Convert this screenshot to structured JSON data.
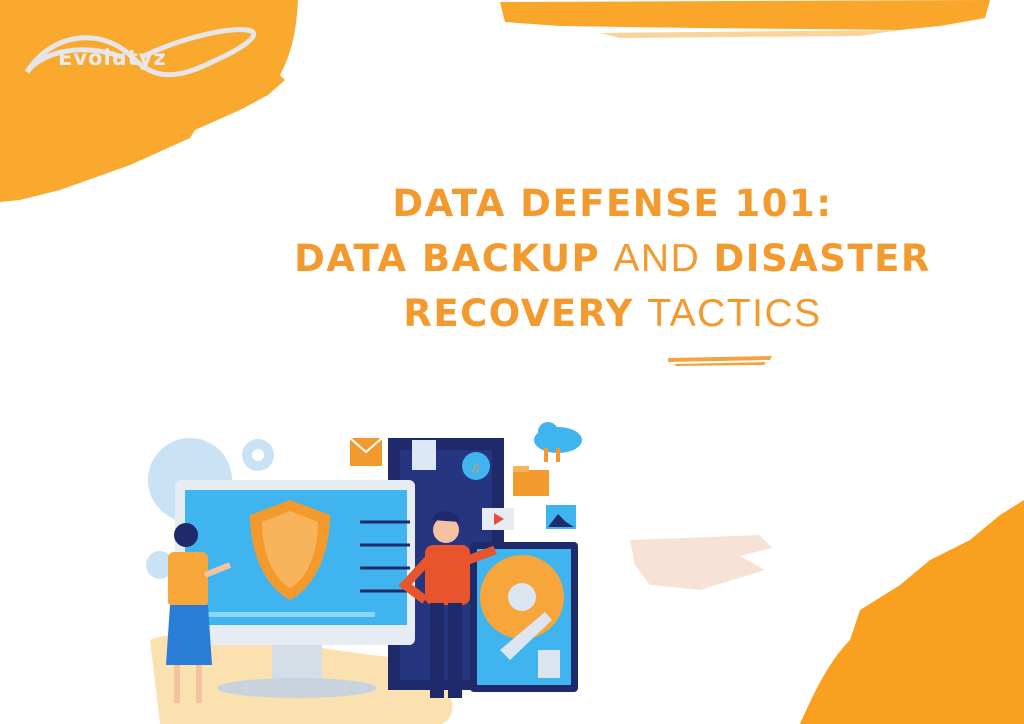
{
  "brand": {
    "logo_text": "Evolutyz"
  },
  "title": {
    "line1": "DATA DEFENSE 101:",
    "line2_bold_a": "DATA BACKUP",
    "line2_light": "AND",
    "line2_bold_b": "DISASTER",
    "line3_bold": "RECOVERY",
    "line3_light": "TACTICS"
  },
  "colors": {
    "accent": "#F7A42C",
    "title": "#F39A2E",
    "screen": "#3FB4EE",
    "navy": "#1F2A6B"
  }
}
